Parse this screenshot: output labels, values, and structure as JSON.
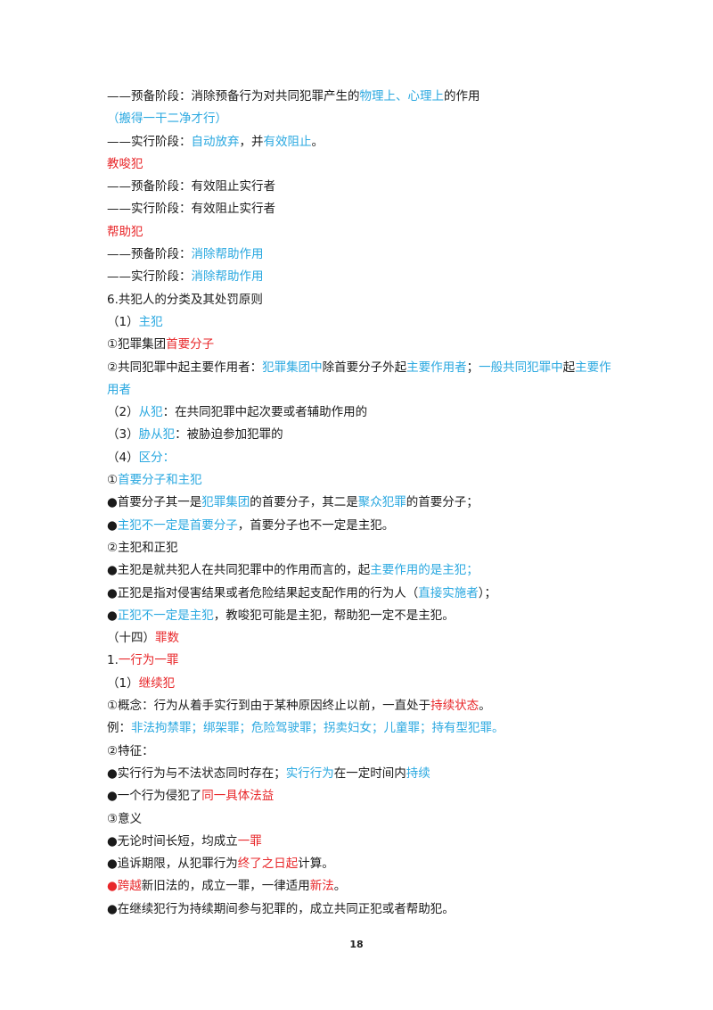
{
  "page_number": "18",
  "lines": [
    [
      {
        "t": "——预备阶段：消除预备行为对共同犯罪产生的"
      },
      {
        "t": "物理上、心理上",
        "c": "blue"
      },
      {
        "t": "的作用"
      }
    ],
    [
      {
        "t": "（搬得一干二净才行）",
        "c": "blue"
      }
    ],
    [
      {
        "t": "——实行阶段："
      },
      {
        "t": "自动放弃",
        "c": "blue"
      },
      {
        "t": "，并"
      },
      {
        "t": "有效阻止",
        "c": "blue"
      },
      {
        "t": "。"
      }
    ],
    [
      {
        "t": "教唆犯",
        "c": "red"
      }
    ],
    [
      {
        "t": "——预备阶段：有效阻止实行者"
      }
    ],
    [
      {
        "t": "——实行阶段：有效阻止实行者"
      }
    ],
    [
      {
        "t": "帮助犯",
        "c": "red"
      }
    ],
    [
      {
        "t": "——预备阶段："
      },
      {
        "t": "消除帮助作用",
        "c": "blue"
      }
    ],
    [
      {
        "t": "——实行阶段："
      },
      {
        "t": "消除帮助作用",
        "c": "blue"
      }
    ],
    [
      {
        "t": "6.共犯人的分类及其处罚原则"
      }
    ],
    [
      {
        "t": "（1）"
      },
      {
        "t": "主犯",
        "c": "blue"
      }
    ],
    [
      {
        "t": "①犯罪集团"
      },
      {
        "t": "首要分子",
        "c": "red"
      }
    ],
    [
      {
        "t": "②共同犯罪中起主要作用者："
      },
      {
        "t": "犯罪集团中",
        "c": "blue"
      },
      {
        "t": "除首要分子外起"
      },
      {
        "t": "主要作用者",
        "c": "blue"
      },
      {
        "t": "；"
      },
      {
        "t": "一般共同犯罪中",
        "c": "blue"
      },
      {
        "t": "起"
      },
      {
        "t": "主要作用者",
        "c": "blue"
      }
    ],
    [
      {
        "t": "（2）"
      },
      {
        "t": "从犯",
        "c": "blue"
      },
      {
        "t": "：在共同犯罪中起次要或者辅助作用的"
      }
    ],
    [
      {
        "t": "（3）"
      },
      {
        "t": "胁从犯",
        "c": "blue"
      },
      {
        "t": "：被胁迫参加犯罪的"
      }
    ],
    [
      {
        "t": "（4）"
      },
      {
        "t": "区分：",
        "c": "blue"
      }
    ],
    [
      {
        "t": "①"
      },
      {
        "t": "首要分子和主犯",
        "c": "blue"
      }
    ],
    [
      {
        "t": "●首要分子其一是"
      },
      {
        "t": "犯罪集团",
        "c": "blue"
      },
      {
        "t": "的首要分子，其二是"
      },
      {
        "t": "聚众犯罪",
        "c": "blue"
      },
      {
        "t": "的首要分子；"
      }
    ],
    [
      {
        "t": "●"
      },
      {
        "t": "主犯不一定是首要分子",
        "c": "blue"
      },
      {
        "t": "，首要分子也不一定是主犯。"
      }
    ],
    [
      {
        "t": "②主犯和正犯"
      }
    ],
    [
      {
        "t": "●主犯是就共犯人在共同犯罪中的作用而言的，起"
      },
      {
        "t": "主要作用的是主犯；",
        "c": "blue"
      }
    ],
    [
      {
        "t": "●正犯是指对侵害结果或者危险结果起支配作用的行为人（"
      },
      {
        "t": "直接实施者",
        "c": "blue"
      },
      {
        "t": "）；"
      }
    ],
    [
      {
        "t": "●"
      },
      {
        "t": "正犯不一定是主犯",
        "c": "blue"
      },
      {
        "t": "，教唆犯可能是主犯，帮助犯一定不是主犯。"
      }
    ],
    [
      {
        "t": "（十四）"
      },
      {
        "t": "罪数",
        "c": "red"
      }
    ],
    [
      {
        "t": "1."
      },
      {
        "t": "一行为一罪",
        "c": "red"
      }
    ],
    [
      {
        "t": "（1）"
      },
      {
        "t": "继续犯",
        "c": "red"
      }
    ],
    [
      {
        "t": "①概念：行为从着手实行到由于某种原因终止以前，一直处于"
      },
      {
        "t": "持续状态",
        "c": "red"
      },
      {
        "t": "。"
      }
    ],
    [
      {
        "t": "例："
      },
      {
        "t": "非法拘禁罪；绑架罪；危险驾驶罪；拐卖妇女；儿童罪；持有型犯罪。",
        "c": "blue"
      }
    ],
    [
      {
        "t": "②特征："
      }
    ],
    [
      {
        "t": "●实行行为与不法状态同时存在；"
      },
      {
        "t": "实行行为",
        "c": "blue"
      },
      {
        "t": "在一定时间内"
      },
      {
        "t": "持续",
        "c": "blue"
      }
    ],
    [
      {
        "t": "●一个行为侵犯了"
      },
      {
        "t": "同一具体法益",
        "c": "red"
      }
    ],
    [
      {
        "t": "③意义"
      }
    ],
    [
      {
        "t": "●无论时间长短，均成立"
      },
      {
        "t": "一罪",
        "c": "red"
      }
    ],
    [
      {
        "t": "●追诉期限，从犯罪行为"
      },
      {
        "t": "终了之日起",
        "c": "red"
      },
      {
        "t": "计算。"
      }
    ],
    [
      {
        "t": "●",
        "c": "red"
      },
      {
        "t": "跨越",
        "c": "red"
      },
      {
        "t": "新旧法的，成立一罪，一律适用"
      },
      {
        "t": "新法",
        "c": "red"
      },
      {
        "t": "。"
      }
    ],
    [
      {
        "t": "●在继续犯行为持续期间参与犯罪的，成立共同正犯或者帮助犯。"
      }
    ]
  ]
}
